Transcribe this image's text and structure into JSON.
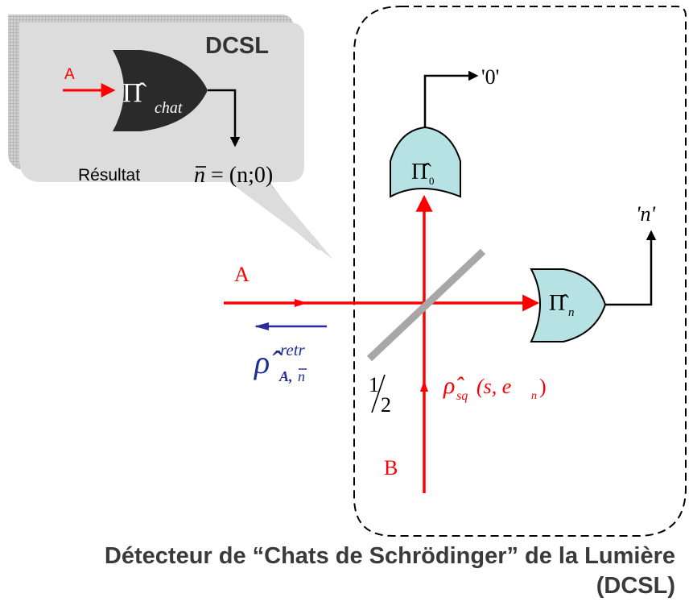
{
  "callout": {
    "title": "DCSL",
    "input_label": "A",
    "gate_symbol": "Π̂",
    "gate_sub": "chat",
    "result_label": "Résultat",
    "result_nbar": "n",
    "result_value": "= (n;0)"
  },
  "setup": {
    "port_a_label": "A",
    "port_b_label": "B",
    "output_zero_label": "'0'",
    "output_n_label": "'n'",
    "pi_symbol": "Π̂",
    "pi0_sub": "0",
    "pin_sub": "n",
    "splitter_num": "1",
    "splitter_den": "2",
    "rho_sq_symbol": "ρ̂",
    "rho_sq_sub": "sq",
    "rho_sq_args": "(s, e",
    "rho_sq_args_sub": "n",
    "rho_sq_close": ")",
    "rho_retr_symbol": "ρ̂",
    "rho_retr_sup": "retr",
    "rho_retr_sub": "A,",
    "rho_retr_sub_bar": "n"
  },
  "caption": {
    "line1": "Détecteur de “Chats de Schrödinger” de la Lumière",
    "line2": "(DCSL)"
  },
  "colors": {
    "beam": "#ff0000",
    "retro_beam": "#2b2b9a",
    "detector_fill": "#b7e2e3",
    "callout_fill": "#dcdcdc",
    "callout_gate": "#2a2a2a",
    "splitter": "#a7a7a7",
    "text": "#000000",
    "red_text": "#ff0000",
    "blue_text": "#1f2f8f",
    "caption_text": "#3a3a3a"
  }
}
